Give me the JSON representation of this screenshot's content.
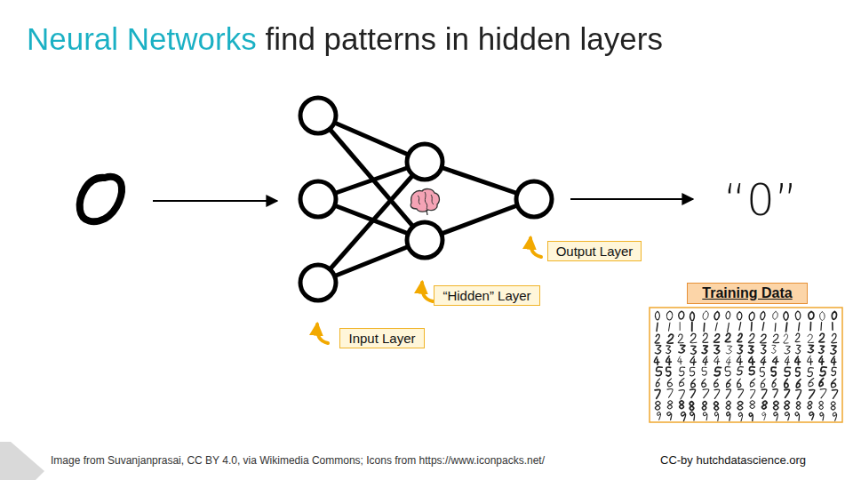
{
  "diagram": {
    "title": "Neural Networks find patterns in hidden layers",
    "nodes": [
      {
        "text": [
          "Input Layer"
        ]
      },
      {
        "text": [
          "“Hidden” Layer"
        ]
      },
      {
        "text": [
          "Output Layer"
        ]
      },
      {
        "text": [
          "Training Data"
        ]
      }
    ],
    "labels": [
      "“0”",
      "Image from Suvanjanprasai, CC BY 4.0, via Wikimedia Commons; Icons from https://www.iconpacks.net/",
      "CC-by hutchdatascience.org"
    ]
  }
}
